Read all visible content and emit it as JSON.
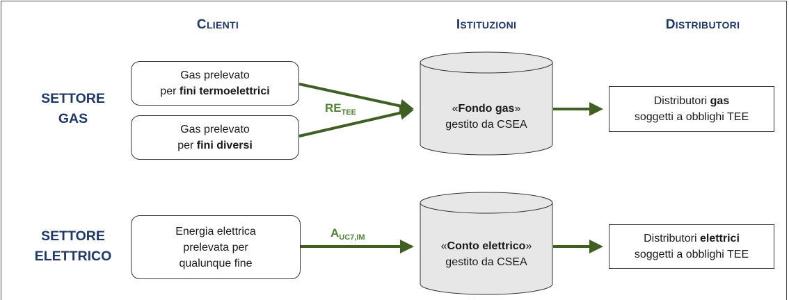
{
  "columns": {
    "clienti": {
      "initial": "C",
      "rest": "LIENTI"
    },
    "istituzioni": {
      "initial": "I",
      "rest": "STITUZIONI"
    },
    "distributori": {
      "initial": "D",
      "rest": "ISTRIBUTORI"
    }
  },
  "sectors": {
    "gas": {
      "label_line1": "SETTORE",
      "label_line2": "GAS",
      "source_boxes": [
        {
          "line1": "Gas prelevato",
          "line2_prefix": "per ",
          "line2_bold": "fini termoelettrici"
        },
        {
          "line1": "Gas prelevato",
          "line2_prefix": "per ",
          "line2_bold": "fini diversi"
        }
      ],
      "flow_label": {
        "main": "RE",
        "sub": "TEE"
      },
      "fund": {
        "open": "«",
        "name": "Fondo gas",
        "close": "»",
        "line2": "gestito da CSEA"
      },
      "target": {
        "line1_prefix": "Distributori ",
        "line1_bold": "gas",
        "line2": "soggetti a obblighi TEE"
      }
    },
    "elettrico": {
      "label_line1": "SETTORE",
      "label_line2": "ELETTRICO",
      "source_box": {
        "line1": "Energia elettrica",
        "line2": "prelevata per",
        "line3": "qualunque fine"
      },
      "flow_label": {
        "main": "A",
        "sub": "UC7,IM"
      },
      "fund": {
        "open": "«",
        "name": "Conto elettrico",
        "close": "»",
        "line2": "gestito da CSEA"
      },
      "target": {
        "line1_prefix": "Distributori ",
        "line1_bold": "elettrici",
        "line2": "soggetti a obblighi TEE"
      }
    }
  },
  "colors": {
    "header_text": "#1f3864",
    "arrow": "#3f5f23",
    "flow_label": "#538135",
    "cylinder_fill": "#e7e7e7",
    "box_border": "#333333"
  }
}
